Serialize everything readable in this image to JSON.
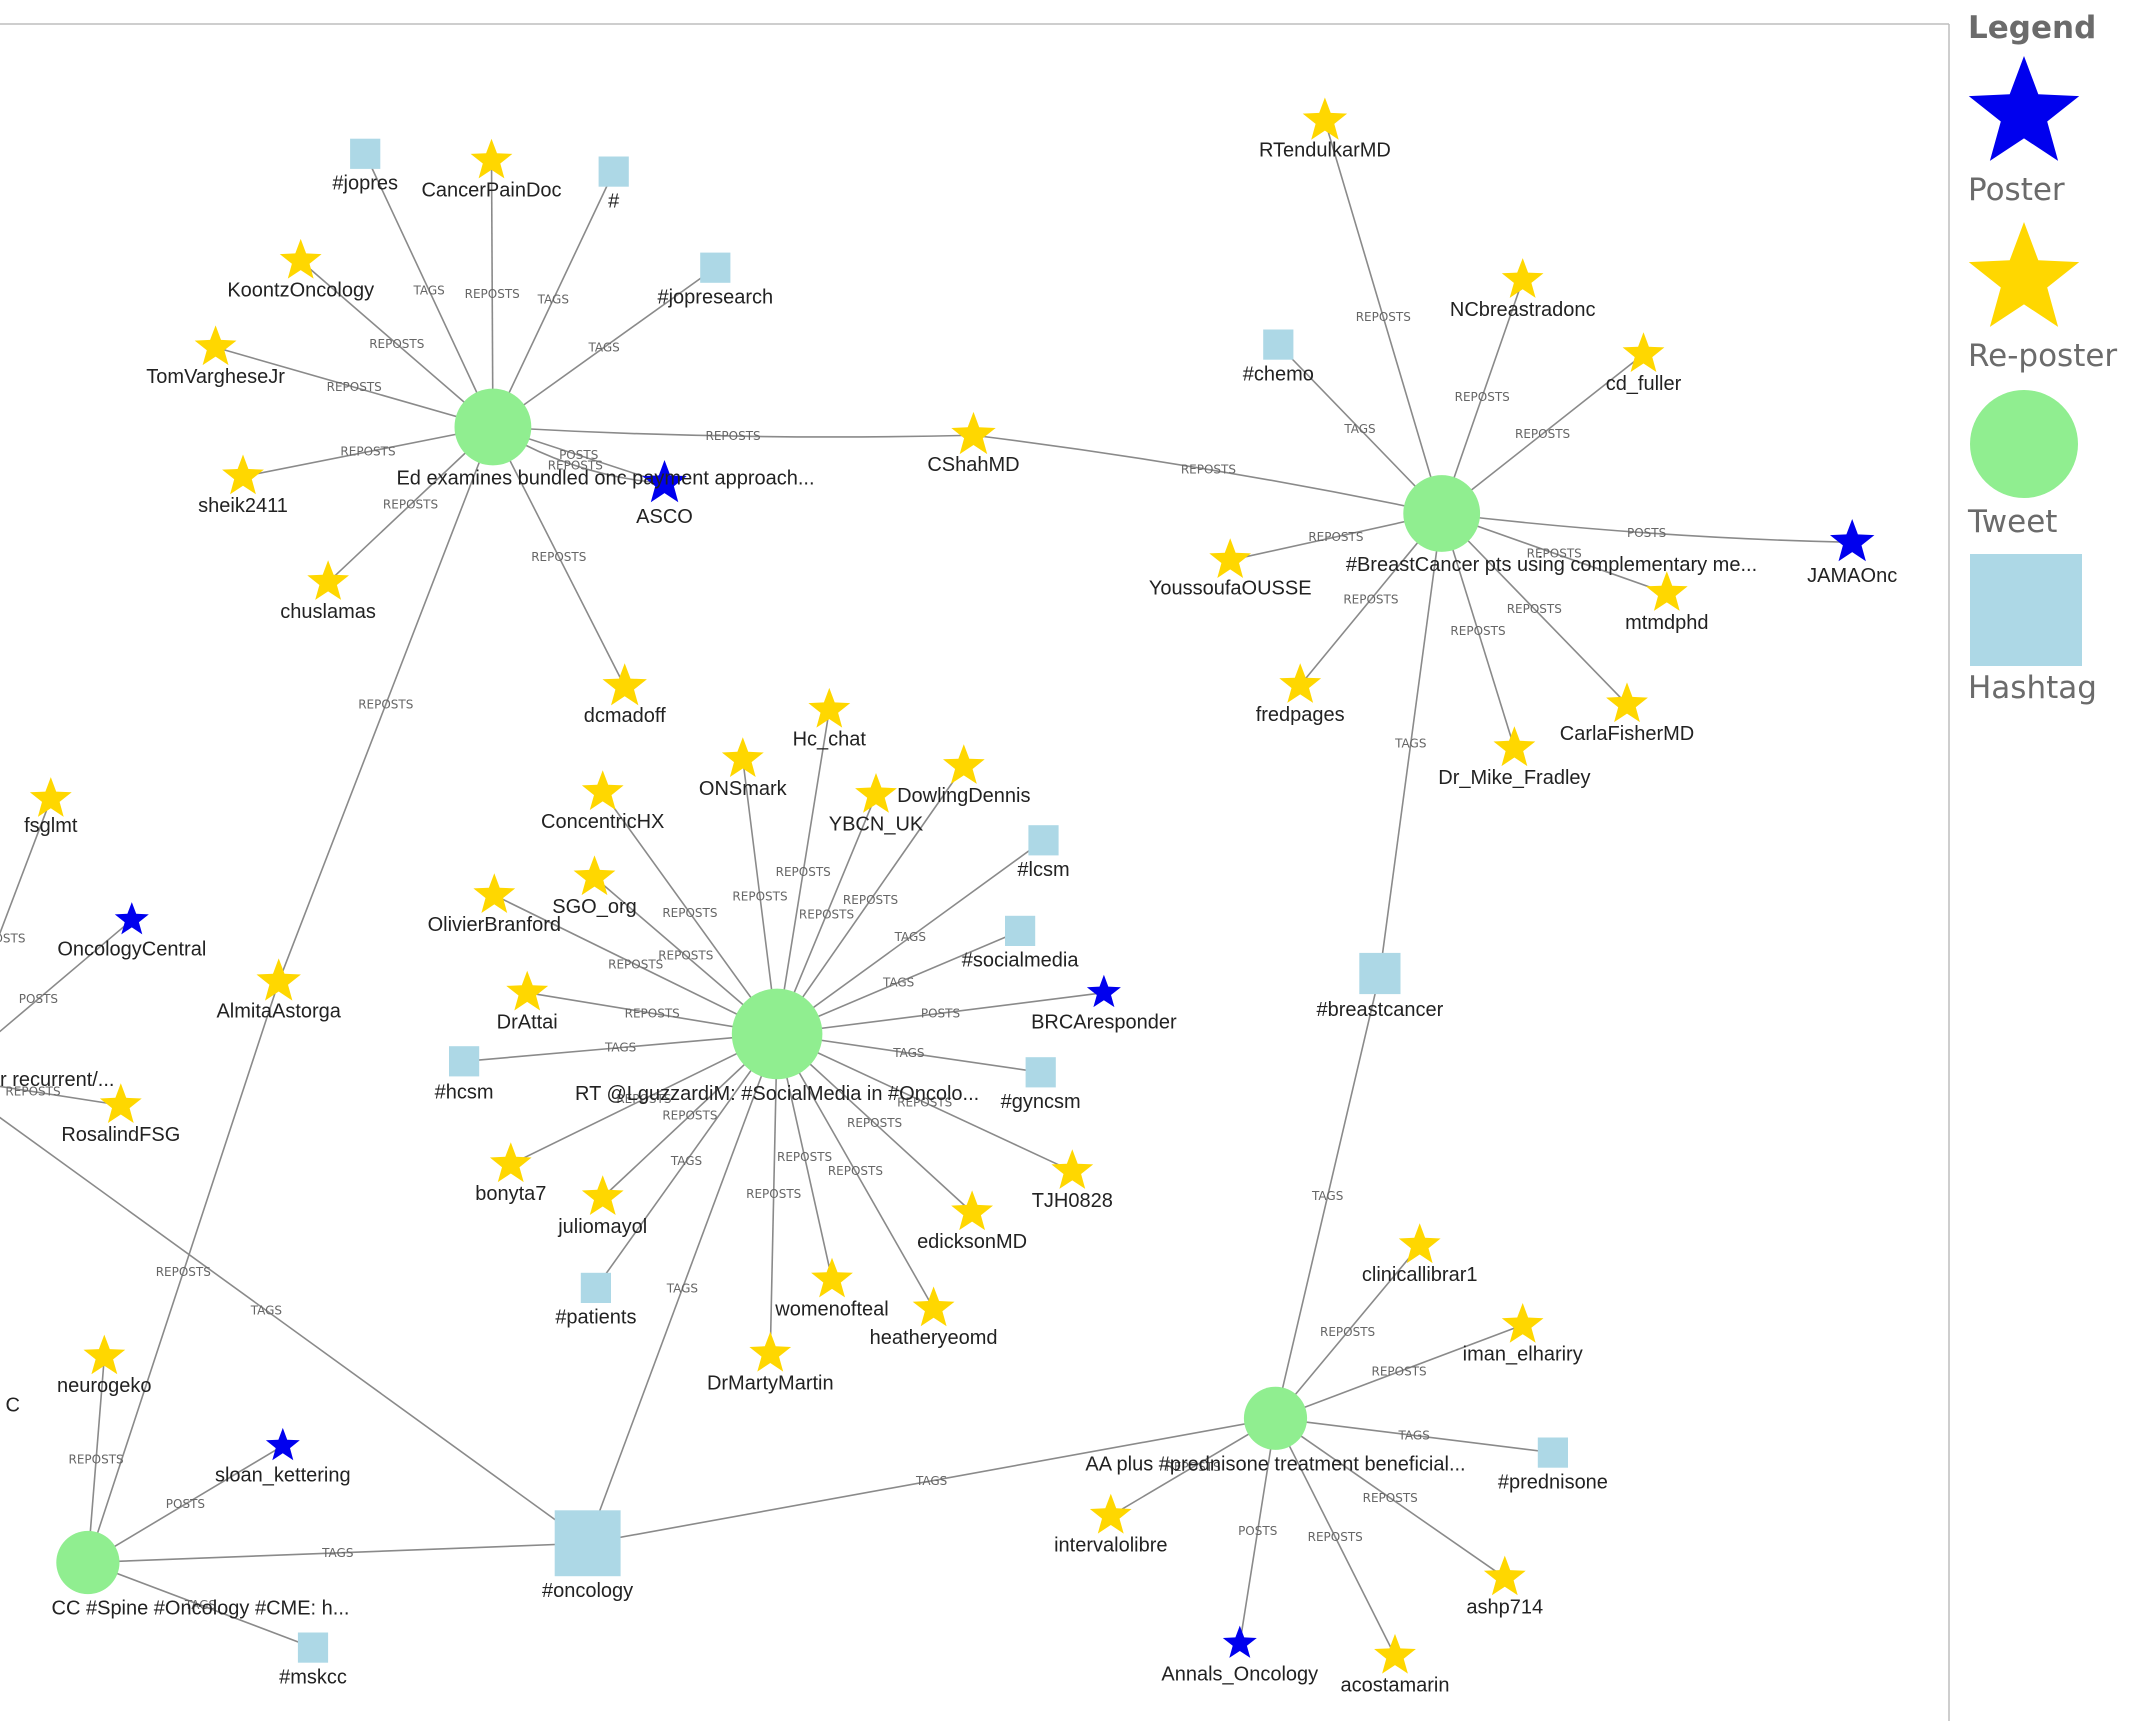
{
  "legend": {
    "title": "Legend",
    "items": [
      {
        "key": "poster",
        "label": "Poster",
        "shape": "star",
        "color": "#0000ee"
      },
      {
        "key": "reposter",
        "label": "Re-poster",
        "shape": "star",
        "color": "#ffd700"
      },
      {
        "key": "tweet",
        "label": "Tweet",
        "shape": "circle",
        "color": "#90ee90"
      },
      {
        "key": "hashtag",
        "label": "Hashtag",
        "shape": "square",
        "color": "#add8e6"
      }
    ]
  },
  "colors": {
    "poster": "#0000ee",
    "reposter": "#ffd700",
    "tweet": "#90ee90",
    "hashtag": "#add8e6",
    "edge": "#8a8a8a"
  },
  "edge_labels": {
    "posts": "POSTS",
    "reposts": "REPOSTS",
    "tags": "TAGS"
  },
  "nodes": [
    {
      "id": "t1",
      "type": "tweet",
      "label": "Ed examines bundled onc payment approach..."
    },
    {
      "id": "t2",
      "type": "tweet",
      "label": "#BreastCancer pts using complementary me..."
    },
    {
      "id": "t3",
      "type": "tweet",
      "label": "RT @LguzzardiM: #SocialMedia in  #Oncolo..."
    },
    {
      "id": "t4",
      "type": "tweet",
      "label": "AA plus #prednisone treatment beneficial..."
    },
    {
      "id": "t5",
      "type": "tweet",
      "label": "CC #Spine #Oncology #CME: h..."
    },
    {
      "id": "t6",
      "type": "tweet",
      "label": "r recurrent/..."
    },
    {
      "id": "ASCO",
      "type": "poster",
      "label": "ASCO"
    },
    {
      "id": "JAMAOnc",
      "type": "poster",
      "label": "JAMAOnc"
    },
    {
      "id": "BRCAresponder",
      "type": "poster",
      "label": "BRCAresponder"
    },
    {
      "id": "Annals_Oncology",
      "type": "poster",
      "label": "Annals_Oncology"
    },
    {
      "id": "sloan_kettering",
      "type": "poster",
      "label": "sloan_kettering"
    },
    {
      "id": "OncologyCentral",
      "type": "poster",
      "label": "OncologyCentral"
    },
    {
      "id": "jopres",
      "type": "hashtag",
      "label": "#jopres"
    },
    {
      "id": "hash",
      "type": "hashtag",
      "label": "#"
    },
    {
      "id": "jopresearch",
      "type": "hashtag",
      "label": "#jopresearch"
    },
    {
      "id": "chemo",
      "type": "hashtag",
      "label": "#chemo"
    },
    {
      "id": "lcsm",
      "type": "hashtag",
      "label": "#lcsm"
    },
    {
      "id": "socialmedia",
      "type": "hashtag",
      "label": "#socialmedia"
    },
    {
      "id": "gyncsm",
      "type": "hashtag",
      "label": "#gyncsm"
    },
    {
      "id": "hcsm",
      "type": "hashtag",
      "label": "#hcsm"
    },
    {
      "id": "patients",
      "type": "hashtag",
      "label": "#patients"
    },
    {
      "id": "breastcancer",
      "type": "hashtag",
      "label": "#breastcancer"
    },
    {
      "id": "prednisone",
      "type": "hashtag",
      "label": "#prednisone"
    },
    {
      "id": "oncology",
      "type": "hashtag",
      "label": "#oncology"
    },
    {
      "id": "mskcc",
      "type": "hashtag",
      "label": "#mskcc"
    },
    {
      "id": "CancerPainDoc",
      "type": "reposter",
      "label": "CancerPainDoc"
    },
    {
      "id": "KoontzOncology",
      "type": "reposter",
      "label": "KoontzOncology"
    },
    {
      "id": "TomVargheseJr",
      "type": "reposter",
      "label": "TomVargheseJr"
    },
    {
      "id": "sheik2411",
      "type": "reposter",
      "label": "sheik2411"
    },
    {
      "id": "chuslamas",
      "type": "reposter",
      "label": "chuslamas"
    },
    {
      "id": "dcmadoff",
      "type": "reposter",
      "label": "dcmadoff"
    },
    {
      "id": "CShahMD",
      "type": "reposter",
      "label": "CShahMD"
    },
    {
      "id": "AlmitaAstorga",
      "type": "reposter",
      "label": "AlmitaAstorga"
    },
    {
      "id": "RTendulkarMD",
      "type": "reposter",
      "label": "RTendulkarMD"
    },
    {
      "id": "NCbreastradonc",
      "type": "reposter",
      "label": "NCbreastradonc"
    },
    {
      "id": "cd_fuller",
      "type": "reposter",
      "label": "cd_fuller"
    },
    {
      "id": "YoussoufaOUSSE",
      "type": "reposter",
      "label": "YoussoufaOUSSE"
    },
    {
      "id": "mtmdphd",
      "type": "reposter",
      "label": "mtmdphd"
    },
    {
      "id": "fredpages",
      "type": "reposter",
      "label": "fredpages"
    },
    {
      "id": "CarlaFisherMD",
      "type": "reposter",
      "label": "CarlaFisherMD"
    },
    {
      "id": "Dr_Mike_Fradley",
      "type": "reposter",
      "label": "Dr_Mike_Fradley"
    },
    {
      "id": "Hc_chat",
      "type": "reposter",
      "label": "Hc_chat"
    },
    {
      "id": "ONSmark",
      "type": "reposter",
      "label": "ONSmark"
    },
    {
      "id": "DowlingDennis",
      "type": "reposter",
      "label": "DowlingDennis"
    },
    {
      "id": "YBCN_UK",
      "type": "reposter",
      "label": "YBCN_UK"
    },
    {
      "id": "ConcentricHX",
      "type": "reposter",
      "label": "ConcentricHX"
    },
    {
      "id": "SGO_org",
      "type": "reposter",
      "label": "SGO_org"
    },
    {
      "id": "OlivierBranford",
      "type": "reposter",
      "label": "OlivierBranford"
    },
    {
      "id": "DrAttai",
      "type": "reposter",
      "label": "DrAttai"
    },
    {
      "id": "bonyta7",
      "type": "reposter",
      "label": "bonyta7"
    },
    {
      "id": "juliomayol",
      "type": "reposter",
      "label": "juliomayol"
    },
    {
      "id": "womenofteal",
      "type": "reposter",
      "label": "womenofteal"
    },
    {
      "id": "DrMartyMartin",
      "type": "reposter",
      "label": "DrMartyMartin"
    },
    {
      "id": "heatheryeomd",
      "type": "reposter",
      "label": "heatheryeomd"
    },
    {
      "id": "edicksonMD",
      "type": "reposter",
      "label": "edicksonMD"
    },
    {
      "id": "TJH0828",
      "type": "reposter",
      "label": "TJH0828"
    },
    {
      "id": "fsglmt",
      "type": "reposter",
      "label": "fsglmt"
    },
    {
      "id": "RosalindFSG",
      "type": "reposter",
      "label": "RosalindFSG"
    },
    {
      "id": "neurogeko",
      "type": "reposter",
      "label": "neurogeko"
    },
    {
      "id": "clinicallibrar1",
      "type": "reposter",
      "label": "clinicallibrar1"
    },
    {
      "id": "iman_elhariry",
      "type": "reposter",
      "label": "iman_elhariry"
    },
    {
      "id": "intervalolibre",
      "type": "reposter",
      "label": "intervalolibre"
    },
    {
      "id": "ashp714",
      "type": "reposter",
      "label": "ashp714"
    },
    {
      "id": "acostamarin",
      "type": "reposter",
      "label": "acostamarin"
    },
    {
      "id": "C_cut",
      "type": "reposter",
      "label": "C"
    }
  ],
  "edges": [
    {
      "from": "jopres",
      "to": "t1",
      "rel": "tags"
    },
    {
      "from": "CancerPainDoc",
      "to": "t1",
      "rel": "reposts"
    },
    {
      "from": "hash",
      "to": "t1",
      "rel": "tags"
    },
    {
      "from": "jopresearch",
      "to": "t1",
      "rel": "tags"
    },
    {
      "from": "KoontzOncology",
      "to": "t1",
      "rel": "reposts"
    },
    {
      "from": "TomVargheseJr",
      "to": "t1",
      "rel": "reposts"
    },
    {
      "from": "sheik2411",
      "to": "t1",
      "rel": "reposts"
    },
    {
      "from": "chuslamas",
      "to": "t1",
      "rel": "reposts"
    },
    {
      "from": "ASCO",
      "to": "t1",
      "rel": "posts"
    },
    {
      "from": "t1",
      "to": "ASCO",
      "rel": "reposts"
    },
    {
      "from": "dcmadoff",
      "to": "t1",
      "rel": "reposts"
    },
    {
      "from": "AlmitaAstorga",
      "to": "t1",
      "rel": "reposts"
    },
    {
      "from": "CShahMD",
      "to": "t1",
      "rel": "reposts"
    },
    {
      "from": "CShahMD",
      "to": "t2",
      "rel": "reposts"
    },
    {
      "from": "RTendulkarMD",
      "to": "t2",
      "rel": "reposts"
    },
    {
      "from": "chemo",
      "to": "t2",
      "rel": "tags"
    },
    {
      "from": "NCbreastradonc",
      "to": "t2",
      "rel": "reposts"
    },
    {
      "from": "cd_fuller",
      "to": "t2",
      "rel": "reposts"
    },
    {
      "from": "YoussoufaOUSSE",
      "to": "t2",
      "rel": "reposts"
    },
    {
      "from": "JAMAOnc",
      "to": "t2",
      "rel": "posts"
    },
    {
      "from": "mtmdphd",
      "to": "t2",
      "rel": "reposts"
    },
    {
      "from": "fredpages",
      "to": "t2",
      "rel": "reposts"
    },
    {
      "from": "CarlaFisherMD",
      "to": "t2",
      "rel": "reposts"
    },
    {
      "from": "Dr_Mike_Fradley",
      "to": "t2",
      "rel": "reposts"
    },
    {
      "from": "breastcancer",
      "to": "t2",
      "rel": "tags"
    },
    {
      "from": "Hc_chat",
      "to": "t3",
      "rel": "reposts"
    },
    {
      "from": "ONSmark",
      "to": "t3",
      "rel": "reposts"
    },
    {
      "from": "DowlingDennis",
      "to": "t3",
      "rel": "reposts"
    },
    {
      "from": "YBCN_UK",
      "to": "t3",
      "rel": "reposts"
    },
    {
      "from": "ConcentricHX",
      "to": "t3",
      "rel": "reposts"
    },
    {
      "from": "SGO_org",
      "to": "t3",
      "rel": "reposts"
    },
    {
      "from": "OlivierBranford",
      "to": "t3",
      "rel": "reposts"
    },
    {
      "from": "DrAttai",
      "to": "t3",
      "rel": "reposts"
    },
    {
      "from": "lcsm",
      "to": "t3",
      "rel": "tags"
    },
    {
      "from": "socialmedia",
      "to": "t3",
      "rel": "tags"
    },
    {
      "from": "BRCAresponder",
      "to": "t3",
      "rel": "posts"
    },
    {
      "from": "gyncsm",
      "to": "t3",
      "rel": "tags"
    },
    {
      "from": "hcsm",
      "to": "t3",
      "rel": "tags"
    },
    {
      "from": "bonyta7",
      "to": "t3",
      "rel": "reposts"
    },
    {
      "from": "juliomayol",
      "to": "t3",
      "rel": "reposts"
    },
    {
      "from": "patients",
      "to": "t3",
      "rel": "tags"
    },
    {
      "from": "DrMartyMartin",
      "to": "t3",
      "rel": "reposts"
    },
    {
      "from": "womenofteal",
      "to": "t3",
      "rel": "reposts"
    },
    {
      "from": "heatheryeomd",
      "to": "t3",
      "rel": "reposts"
    },
    {
      "from": "edicksonMD",
      "to": "t3",
      "rel": "reposts"
    },
    {
      "from": "TJH0828",
      "to": "t3",
      "rel": "reposts"
    },
    {
      "from": "oncology",
      "to": "t3",
      "rel": "tags"
    },
    {
      "from": "breastcancer",
      "to": "t4",
      "rel": "tags"
    },
    {
      "from": "clinicallibrar1",
      "to": "t4",
      "rel": "reposts"
    },
    {
      "from": "iman_elhariry",
      "to": "t4",
      "rel": "reposts"
    },
    {
      "from": "prednisone",
      "to": "t4",
      "rel": "tags"
    },
    {
      "from": "intervalolibre",
      "to": "t4",
      "rel": "reposts"
    },
    {
      "from": "ashp714",
      "to": "t4",
      "rel": "reposts"
    },
    {
      "from": "acostamarin",
      "to": "t4",
      "rel": "reposts"
    },
    {
      "from": "Annals_Oncology",
      "to": "t4",
      "rel": "posts"
    },
    {
      "from": "oncology",
      "to": "t4",
      "rel": "tags"
    },
    {
      "from": "oncology",
      "to": "t5",
      "rel": "tags"
    },
    {
      "from": "neurogeko",
      "to": "t5",
      "rel": "reposts"
    },
    {
      "from": "sloan_kettering",
      "to": "t5",
      "rel": "posts"
    },
    {
      "from": "mskcc",
      "to": "t5",
      "rel": "tags"
    },
    {
      "from": "AlmitaAstorga",
      "to": "t5",
      "rel": "reposts"
    },
    {
      "from": "oncology",
      "to": "t6",
      "rel": "tags"
    },
    {
      "from": "fsglmt",
      "to": "t6",
      "rel": "reposts"
    },
    {
      "from": "OncologyCentral",
      "to": "t6",
      "rel": "posts"
    },
    {
      "from": "RosalindFSG",
      "to": "t6",
      "rel": "reposts"
    }
  ]
}
